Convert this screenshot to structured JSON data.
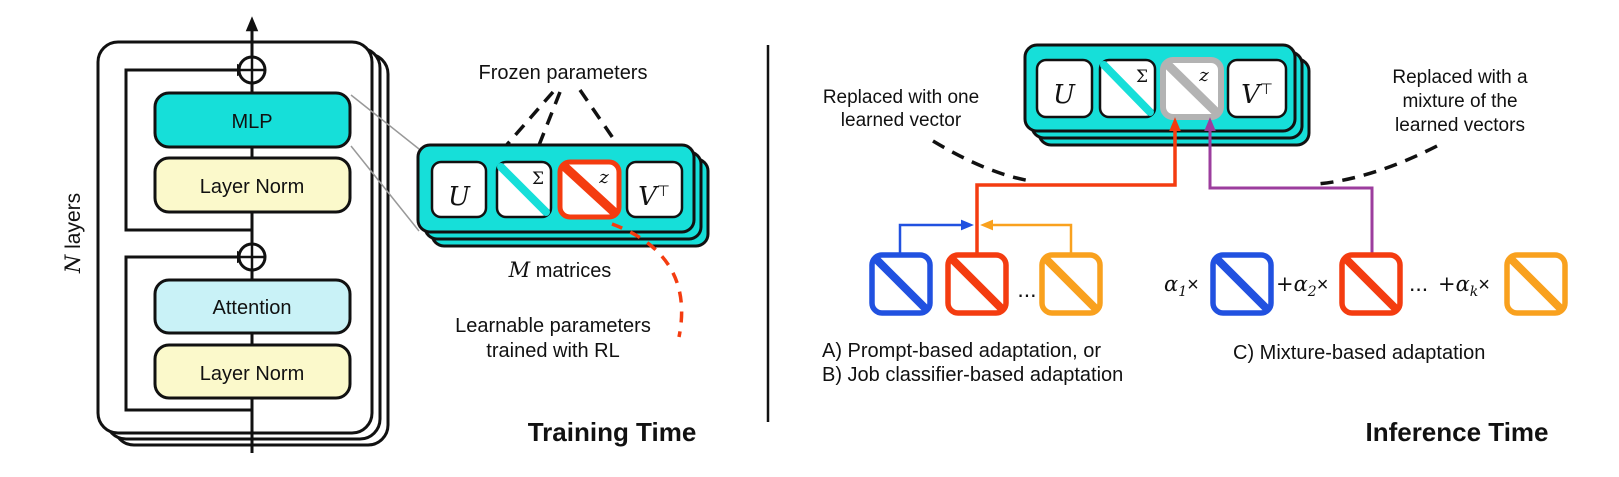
{
  "colors": {
    "cyan_fill": "#16dfd9",
    "attention_fill": "#c9f2f7",
    "layernorm_fill": "#fbf9cb",
    "red": "#f43c10",
    "blue": "#2151e0",
    "orange": "#f9a11e",
    "purple": "#9c3d9e",
    "frozen_gray": "#b3b3b3",
    "line_black": "#111111",
    "connector_gray": "#999999"
  },
  "transformer": {
    "n_layers_italic": "N",
    "n_layers_rest": " layers",
    "mlp_label": "MLP",
    "layer_norm_top_label": "Layer Norm",
    "attention_label": "Attention",
    "layer_norm_bottom_label": "Layer Norm"
  },
  "training": {
    "frozen_label": "Frozen parameters",
    "u": "U",
    "sigma": "Σ",
    "z": "z",
    "v": "V",
    "transpose": "⊤",
    "m_italic": "M",
    "m_rest": " matrices",
    "learnable_line1": "Learnable parameters",
    "learnable_line2": "trained with RL",
    "section_title": "Training Time"
  },
  "inference": {
    "u": "U",
    "sigma": "Σ",
    "z": "z",
    "v": "V",
    "transpose": "⊤",
    "replaced_one_line1": "Replaced with one",
    "replaced_one_line2": "learned vector",
    "replaced_mix_line1": "Replaced with a",
    "replaced_mix_line2": "mixture of the",
    "replaced_mix_line3": "learned vectors",
    "ab_dots": "...",
    "caption_a": "A) Prompt-based adaptation, or",
    "caption_b": "B) Job classifier-based adaptation",
    "mix_term1_a": "α",
    "mix_term1_sub": "1",
    "mix_term1_x": "×",
    "mix_term2_a": "+α",
    "mix_term2_sub": "2",
    "mix_term2_x": "×",
    "mix_dots": "...",
    "mix_term3_a": "+α",
    "mix_term3_sub": "k",
    "mix_term3_x": "×",
    "caption_c": "C) Mixture-based adaptation",
    "section_title": "Inference Time"
  }
}
